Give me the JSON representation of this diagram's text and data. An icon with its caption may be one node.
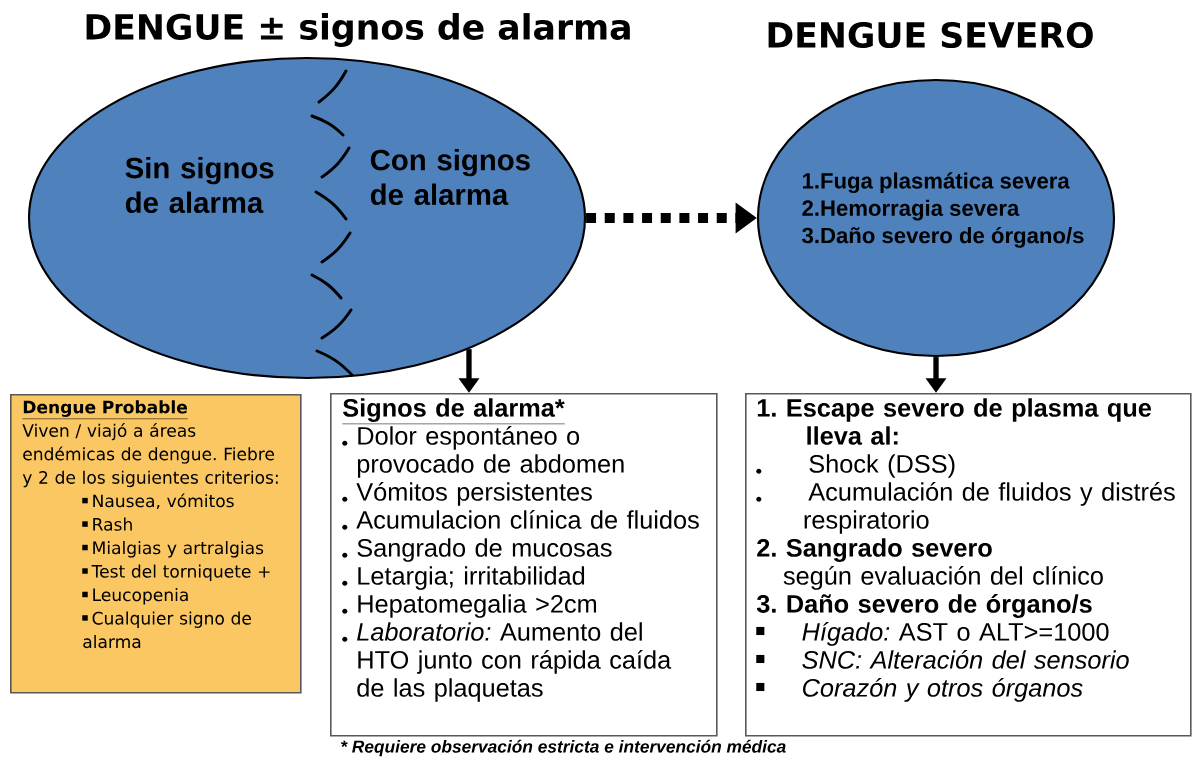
{
  "diagram": {
    "nodes": [
      {
        "text": [
          "DENGUE ± signos de alarma",
          "Sin signos de alarma",
          "Con signos de alarma"
        ]
      },
      {
        "text": [
          "DENGUE SEVERO",
          "1.Fuga plasmática severa",
          "2.Hemorragia severa",
          "3.Daño severo de órgano/s"
        ]
      },
      {
        "text": [
          "Dengue Probable",
          "Viven / viajó a áreas endémicas de dengue. Fiebre y 2 de los siguientes criterios:",
          "Nausea, vómitos",
          "Rash",
          "Mialgias y artralgias",
          "Test del torniquete +",
          "Leucopenia",
          "Cualquier signo de alarma"
        ]
      },
      {
        "text": [
          "Signos de alarma*",
          "Dolor espontáneo o provocado de abdomen",
          "Vómitos persistentes",
          "Acumulacion clínica de fluidos",
          "Sangrado de mucosas",
          "Letargia; irritabilidad",
          "Hepatomegalia >2cm",
          "*Laboratorio:* Aumento del HTO junto con rápida caída de las plaquetas"
        ]
      },
      {
        "text": [
          "1. Escape severo de plasma que lleva al:",
          "Shock (DSS)",
          "Acumulación de fluidos y distrés respiratorio",
          "2. Sangrado severo",
          "según evaluación del clínico",
          "3. Daño severo de órgano/s",
          "*Hígado:* AST o ALT>=1000",
          "SNC: Alteración del sensorio",
          "Corazón y otros órganos"
        ]
      }
    ],
    "edges": [
      {
        "from": 0,
        "to": 1,
        "arrow": "to",
        "style": "dashed"
      },
      {
        "from": 0,
        "to": 3,
        "arrow": "to"
      },
      {
        "from": 1,
        "to": 4,
        "arrow": "to"
      }
    ],
    "labels": [
      "* Requiere observación estricta e intervención médica"
    ]
  }
}
